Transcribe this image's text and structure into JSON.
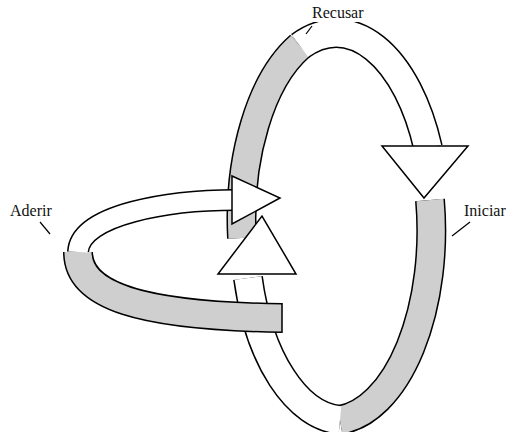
{
  "diagram": {
    "labels": [
      "Recusar",
      "Iniciar",
      "Aderir"
    ]
  }
}
